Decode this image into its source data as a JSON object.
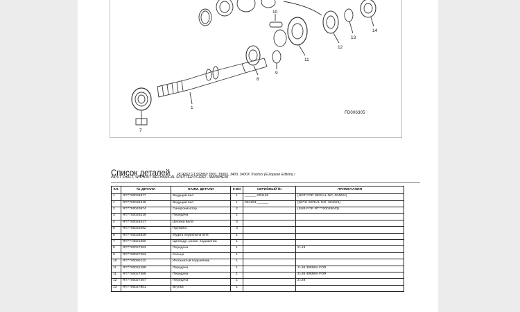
{
  "diagram": {
    "callouts": [
      "7",
      "1",
      "8",
      "9",
      "10",
      "11",
      "12",
      "13",
      "14"
    ],
    "figure_code": "FD006305"
  },
  "header": {
    "title": "Список деталей",
    "subtitle_line1": "PC4262 GTS02850 3300, 3300X, 3400, 3400X Tractors (European Edition) /",
    "subtitle_line2": "INPUT SHAFT, WITHOUT MECHANICAL SPLITTER PC4262 - MANNHEIM"
  },
  "table": {
    "columns": [
      "КЛ.",
      "№ ДЕТАЛИ",
      "НАИМ. ДЕТАЛИ",
      "К-ВО",
      "СЕРИЙНЫЙ №",
      "ПРИМЕЧАНИЯ"
    ],
    "rows": [
      [
        "1",
        "RT7700033877",
        "Ведущий вал",
        "1",
        "______-004192",
        "(NOT FOR SERIAL NO. 004024)"
      ],
      [
        "1",
        "RT7700036318",
        "Ведущий вал",
        "1",
        "004193-______",
        "(WITH SERIAL NO. 004024)"
      ],
      [
        "2",
        "RT7700040974",
        "Синхронизатор",
        "2",
        "",
        "(SUB FOR RT7700028043)"
      ],
      [
        "3",
        "RT7700026319",
        "Передача",
        "1",
        "",
        ""
      ],
      [
        "4",
        "RT7700026317",
        "Шпонка вала",
        "3",
        "",
        ""
      ],
      [
        "5",
        "RT7700031082",
        "Пружина",
        "3",
        "",
        ""
      ],
      [
        "6",
        "RT7700033929",
        "Муфта переключателя",
        "1",
        "",
        ""
      ],
      [
        "7",
        "RT7773021080",
        "Цилиндр. ролик. подшипник",
        "1",
        "",
        ""
      ],
      [
        "8",
        "RT7700027363",
        "Передача",
        "1",
        "",
        "Z=19"
      ],
      [
        "9",
        "RT7700027363",
        "Кольцо",
        "1",
        "",
        ""
      ],
      [
        "10",
        "RT7700090112",
        "Игольчатый подшипник",
        "1",
        "",
        ""
      ],
      [
        "11",
        "RT7700031289",
        "Передача",
        "1",
        "",
        "Z=36 30КМ/Н FOR"
      ],
      [
        "11",
        "RT7700027365",
        "Передача",
        "1",
        "",
        "Z=35 40КМ/Н FOR"
      ],
      [
        "12",
        "RT7700027367",
        "Передача",
        "1",
        "",
        "Z=29"
      ],
      [
        "13",
        "RT7700027801",
        "Втулка",
        "1",
        "",
        ""
      ]
    ]
  }
}
